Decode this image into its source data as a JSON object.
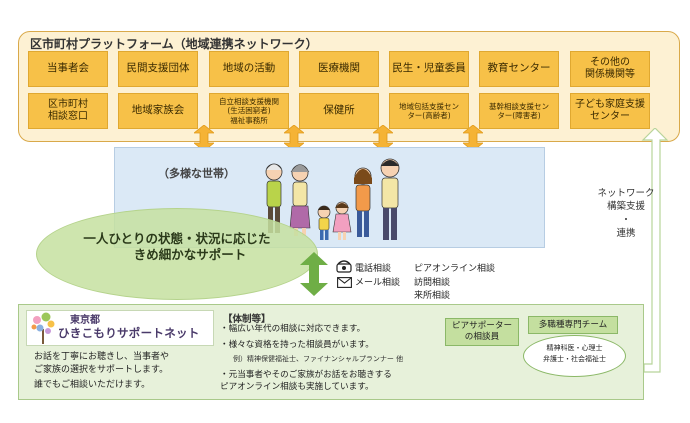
{
  "platform": {
    "title": "区市町村プラットフォーム（地域連携ネットワーク）",
    "row1": [
      "当事者会",
      "民間支援団体",
      "地域の活動",
      "医療機関",
      "民生・児童委員",
      "教育センター",
      "その他の\n関係機関等"
    ],
    "row2": [
      "区市町村\n相談窓口",
      "地域家族会",
      "自立相談支援機関\n(生活困窮者)\n福祉事務所",
      "保健所",
      "地域包括支援セン\nター(高齢者)",
      "基幹相談支援セン\nター(障害者)",
      "子ども家庭支援\nセンター"
    ]
  },
  "household": {
    "label": "（多様な世帯）",
    "support_text": "一人ひとりの状態・状況に応じた\nきめ細かなサポート"
  },
  "consultation": {
    "phone": "電話相談",
    "mail": "メール相談",
    "peer_online": "ピアオンライン相談",
    "visit": "訪問相談",
    "office": "来所相談"
  },
  "network": {
    "label": "ネットワーク\n構築支援\n・\n連携"
  },
  "support_net": {
    "org_line1": "東京都",
    "org_line2": "ひきこもりサポートネット",
    "desc1": "お話を丁寧にお聴きし、当事者や\nご家族の選択をサポートします。",
    "desc2": "誰でもご相談いただけます。",
    "system_title": "【体制等】",
    "system_item1": "・幅広い年代の相談に対応できます。",
    "system_item2": "・様々な資格を持った相談員がいます。",
    "system_item2_sub": "例）精神保健福祉士、ファイナンシャルプランナー 他",
    "system_item3": "・元当事者やそのご家族がお話をお聴きする\n  ピアオンライン相談も実施しています。",
    "peer_box": "ピアサポーター\nの相談員",
    "team_title": "多職種専門チーム",
    "team_members": "精神科医・心理士\n弁護士・社会福祉士"
  },
  "colors": {
    "platform_bg": "#fdf1d3",
    "org_box": "#f7c148",
    "household_bg": "#dbe9f6",
    "support_ellipse": "#c6e0a0",
    "bottom_bg": "#e7f1da",
    "green_arrow": "#6fae46"
  }
}
